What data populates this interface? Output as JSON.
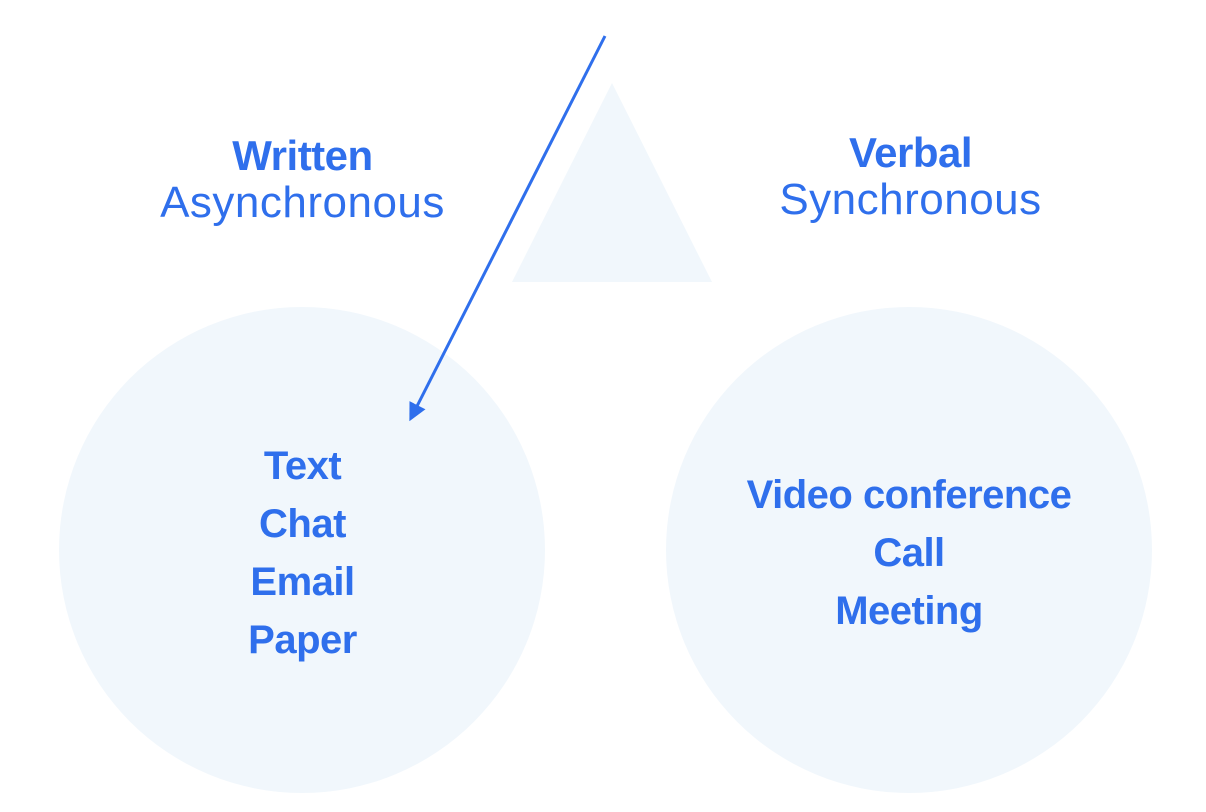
{
  "written": {
    "title": "Written",
    "subtitle": "Asynchronous",
    "items": [
      "Text",
      "Chat",
      "Email",
      "Paper"
    ]
  },
  "verbal": {
    "title": "Verbal",
    "subtitle": "Synchronous",
    "items": [
      "Video conference",
      "Call",
      "Meeting"
    ]
  },
  "colors": {
    "text": "#2f6fec",
    "arrow": "#2f6fec",
    "shape_fill": "#f1f7fc"
  }
}
